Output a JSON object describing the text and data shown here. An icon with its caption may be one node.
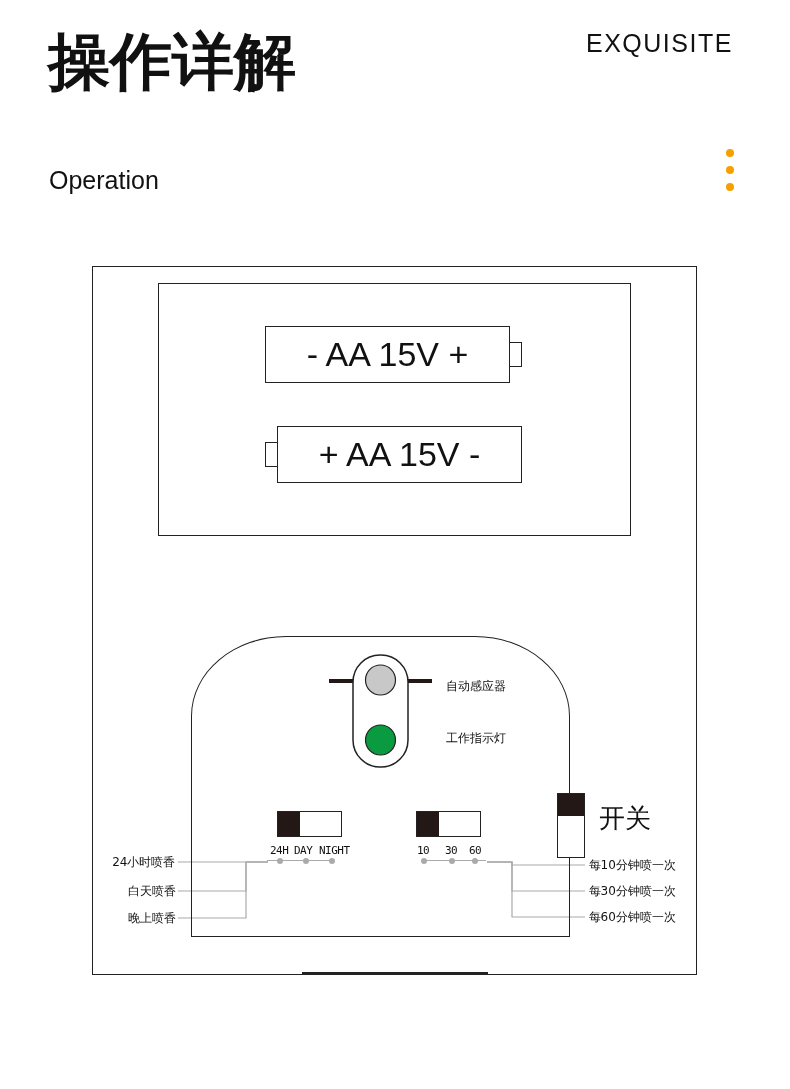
{
  "diagram": {
    "title": "操作详解",
    "nodes": [
      {
        "text": [],
        "shape": "box"
      },
      {
        "text": [],
        "shape": "box",
        "in": 0
      },
      {
        "text": [
          "- AA 15V +"
        ],
        "in": 1
      },
      {
        "text": [
          "+ AA 15V -"
        ],
        "in": 1
      },
      {
        "text": [],
        "shape": "box",
        "in": 0
      },
      {
        "text": [
          "24H",
          "DAY",
          "NIGHT"
        ],
        "in": 4
      },
      {
        "text": [
          "10",
          "30",
          "60"
        ],
        "in": 4
      },
      {
        "text": [],
        "shape": "bar",
        "in": 0,
        "beside": [
          "开关"
        ]
      },
      {
        "text": [
          "24小时喷香"
        ],
        "in": 0
      },
      {
        "text": [
          "白天喷香"
        ],
        "in": 0
      },
      {
        "text": [
          "晚上喷香"
        ],
        "in": 0
      },
      {
        "text": [
          "每10分钟喷一次"
        ],
        "in": 0
      },
      {
        "text": [
          "每30分钟喷一次"
        ],
        "in": 0
      },
      {
        "text": [
          "每60分钟喷一次"
        ],
        "in": 0
      }
    ],
    "edges": [
      {
        "from": 8,
        "to": 5,
        "arrow": "none"
      },
      {
        "from": 9,
        "to": 5,
        "arrow": "none"
      },
      {
        "from": 10,
        "to": 5,
        "arrow": "none"
      },
      {
        "from": 6,
        "to": 11,
        "arrow": "none"
      },
      {
        "from": 6,
        "to": 12,
        "arrow": "none"
      },
      {
        "from": 6,
        "to": 13,
        "arrow": "none"
      }
    ],
    "labels": [
      "EXQUISITE",
      "Operation",
      "自动感应器",
      "工作指示灯"
    ]
  }
}
